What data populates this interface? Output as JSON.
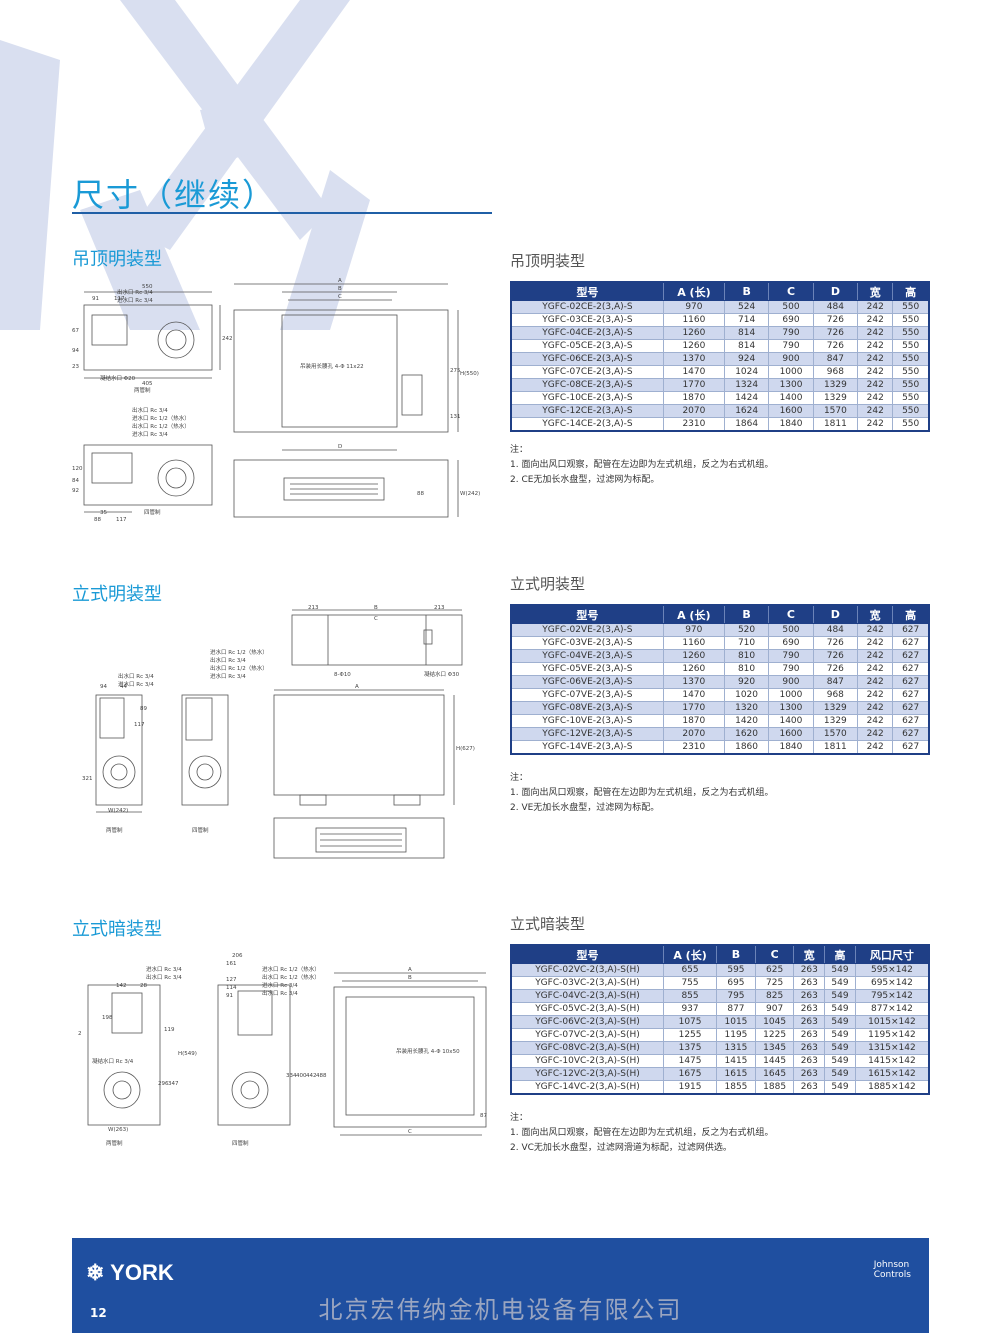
{
  "page": {
    "title": "尺寸（继续）",
    "page_number": "12",
    "company": "北京宏伟纳金机电设备有限公司",
    "brand": "YORK",
    "partner_brand_line1": "Johnson",
    "partner_brand_line2": "Controls"
  },
  "colors": {
    "accent": "#1a9ad6",
    "header": "#1f3f86",
    "footer": "#1f4fa0",
    "row_alt": "#cfd8ee"
  },
  "sections": {
    "ceiling": {
      "title": "吊顶明装型",
      "table_title": "吊顶明装型",
      "headers": [
        "型号",
        "A (长)",
        "B",
        "C",
        "D",
        "宽",
        "高"
      ],
      "rows": [
        [
          "YGFC-02CE-2(3,A)-S",
          "970",
          "524",
          "500",
          "484",
          "242",
          "550"
        ],
        [
          "YGFC-03CE-2(3,A)-S",
          "1160",
          "714",
          "690",
          "726",
          "242",
          "550"
        ],
        [
          "YGFC-04CE-2(3,A)-S",
          "1260",
          "814",
          "790",
          "726",
          "242",
          "550"
        ],
        [
          "YGFC-05CE-2(3,A)-S",
          "1260",
          "814",
          "790",
          "726",
          "242",
          "550"
        ],
        [
          "YGFC-06CE-2(3,A)-S",
          "1370",
          "924",
          "900",
          "847",
          "242",
          "550"
        ],
        [
          "YGFC-07CE-2(3,A)-S",
          "1470",
          "1024",
          "1000",
          "968",
          "242",
          "550"
        ],
        [
          "YGFC-08CE-2(3,A)-S",
          "1770",
          "1324",
          "1300",
          "1329",
          "242",
          "550"
        ],
        [
          "YGFC-10CE-2(3,A)-S",
          "1870",
          "1424",
          "1400",
          "1329",
          "242",
          "550"
        ],
        [
          "YGFC-12CE-2(3,A)-S",
          "2070",
          "1624",
          "1600",
          "1570",
          "242",
          "550"
        ],
        [
          "YGFC-14CE-2(3,A)-S",
          "2310",
          "1864",
          "1840",
          "1811",
          "242",
          "550"
        ]
      ],
      "notes": [
        "注：",
        "1. 面向出风口观察，配管在左边即为左式机组，反之为右式机组。",
        "2. CE无加长水盘型，过滤网为标配。"
      ],
      "diagram": {
        "two_pipe": "两管制",
        "four_pipe": "四管制",
        "labels": [
          "出水口 Rc 3/4",
          "进水口 Rc 3/4",
          "凝结水口 Φ20",
          "出水口 Rc 3/4",
          "进水口 Rc 1/2（热水）",
          "出水口 Rc 1/2（热水）",
          "进水口 Rc 3/4",
          "吊装用长腰孔 4-Φ 11x22"
        ],
        "dims": [
          "550",
          "405",
          "91",
          "117",
          "242",
          "67",
          "94",
          "23",
          "A",
          "B",
          "C",
          "D",
          "H(550)",
          "275",
          "131",
          "W(242)",
          "120",
          "92",
          "84",
          "35",
          "88",
          "117"
        ]
      }
    },
    "vertical": {
      "title": "立式明装型",
      "table_title": "立式明装型",
      "headers": [
        "型号",
        "A (长)",
        "B",
        "C",
        "D",
        "宽",
        "高"
      ],
      "rows": [
        [
          "YGFC-02VE-2(3,A)-S",
          "970",
          "520",
          "500",
          "484",
          "242",
          "627"
        ],
        [
          "YGFC-03VE-2(3,A)-S",
          "1160",
          "710",
          "690",
          "726",
          "242",
          "627"
        ],
        [
          "YGFC-04VE-2(3,A)-S",
          "1260",
          "810",
          "790",
          "726",
          "242",
          "627"
        ],
        [
          "YGFC-05VE-2(3,A)-S",
          "1260",
          "810",
          "790",
          "726",
          "242",
          "627"
        ],
        [
          "YGFC-06VE-2(3,A)-S",
          "1370",
          "920",
          "900",
          "847",
          "242",
          "627"
        ],
        [
          "YGFC-07VE-2(3,A)-S",
          "1470",
          "1020",
          "1000",
          "968",
          "242",
          "627"
        ],
        [
          "YGFC-08VE-2(3,A)-S",
          "1770",
          "1320",
          "1300",
          "1329",
          "242",
          "627"
        ],
        [
          "YGFC-10VE-2(3,A)-S",
          "1870",
          "1420",
          "1400",
          "1329",
          "242",
          "627"
        ],
        [
          "YGFC-12VE-2(3,A)-S",
          "2070",
          "1620",
          "1600",
          "1570",
          "242",
          "627"
        ],
        [
          "YGFC-14VE-2(3,A)-S",
          "2310",
          "1860",
          "1840",
          "1811",
          "242",
          "627"
        ]
      ],
      "notes": [
        "注：",
        "1. 面向出风口观察，配管在左边即为左式机组，反之为右式机组。",
        "2. VE无加长水盘型，过滤网为标配。"
      ],
      "diagram": {
        "two_pipe": "两管制",
        "four_pipe": "四管制",
        "labels": [
          "进水口 Rc 1/2（热水）",
          "出水口 Rc 3/4",
          "出水口 Rc 1/2（热水）",
          "进水口 Rc 3/4",
          "出水口 Rc 3/4",
          "进水口 Rc 3/4",
          "8-Φ10",
          "凝结水口 Φ30"
        ],
        "dims": [
          "213",
          "B",
          "213",
          "C",
          "94",
          "44",
          "117",
          "321",
          "W(242)",
          "A",
          "H(627)",
          "89"
        ]
      }
    },
    "concealed": {
      "title": "立式暗装型",
      "table_title": "立式暗装型",
      "headers": [
        "型号",
        "A (长)",
        "B",
        "C",
        "宽",
        "高",
        "风口尺寸"
      ],
      "rows": [
        [
          "YGFC-02VC-2(3,A)-S(H)",
          "655",
          "595",
          "625",
          "263",
          "549",
          "595×142"
        ],
        [
          "YGFC-03VC-2(3,A)-S(H)",
          "755",
          "695",
          "725",
          "263",
          "549",
          "695×142"
        ],
        [
          "YGFC-04VC-2(3,A)-S(H)",
          "855",
          "795",
          "825",
          "263",
          "549",
          "795×142"
        ],
        [
          "YGFC-05VC-2(3,A)-S(H)",
          "937",
          "877",
          "907",
          "263",
          "549",
          "877×142"
        ],
        [
          "YGFC-06VC-2(3,A)-S(H)",
          "1075",
          "1015",
          "1045",
          "263",
          "549",
          "1015×142"
        ],
        [
          "YGFC-07VC-2(3,A)-S(H)",
          "1255",
          "1195",
          "1225",
          "263",
          "549",
          "1195×142"
        ],
        [
          "YGFC-08VC-2(3,A)-S(H)",
          "1375",
          "1315",
          "1345",
          "263",
          "549",
          "1315×142"
        ],
        [
          "YGFC-10VC-2(3,A)-S(H)",
          "1475",
          "1415",
          "1445",
          "263",
          "549",
          "1415×142"
        ],
        [
          "YGFC-12VC-2(3,A)-S(H)",
          "1675",
          "1615",
          "1645",
          "263",
          "549",
          "1615×142"
        ],
        [
          "YGFC-14VC-2(3,A)-S(H)",
          "1915",
          "1855",
          "1885",
          "263",
          "549",
          "1885×142"
        ]
      ],
      "notes": [
        "注：",
        "1. 面向出风口观察，配管在左边即为左式机组，反之为右式机组。",
        "2. VC无加长水盘型，过滤网滑道为标配，过滤网供选。"
      ],
      "diagram": {
        "two_pipe": "两管制",
        "four_pipe": "四管制",
        "labels": [
          "进水口 Rc 3/4",
          "出水口 Rc 3/4",
          "凝结水口 Rc 3/4",
          "进水口 Rc 1/2（热水）",
          "出水口 Rc 1/2（热水）",
          "吊装用长腰孔 4-Φ 10x50"
        ],
        "dims": [
          "142",
          "28",
          "198",
          "119",
          "2",
          "296",
          "347",
          "H(549)",
          "W(263)",
          "206",
          "161",
          "127",
          "114",
          "91",
          "334",
          "400",
          "442",
          "488",
          "A",
          "B",
          "C",
          "87"
        ]
      }
    }
  }
}
